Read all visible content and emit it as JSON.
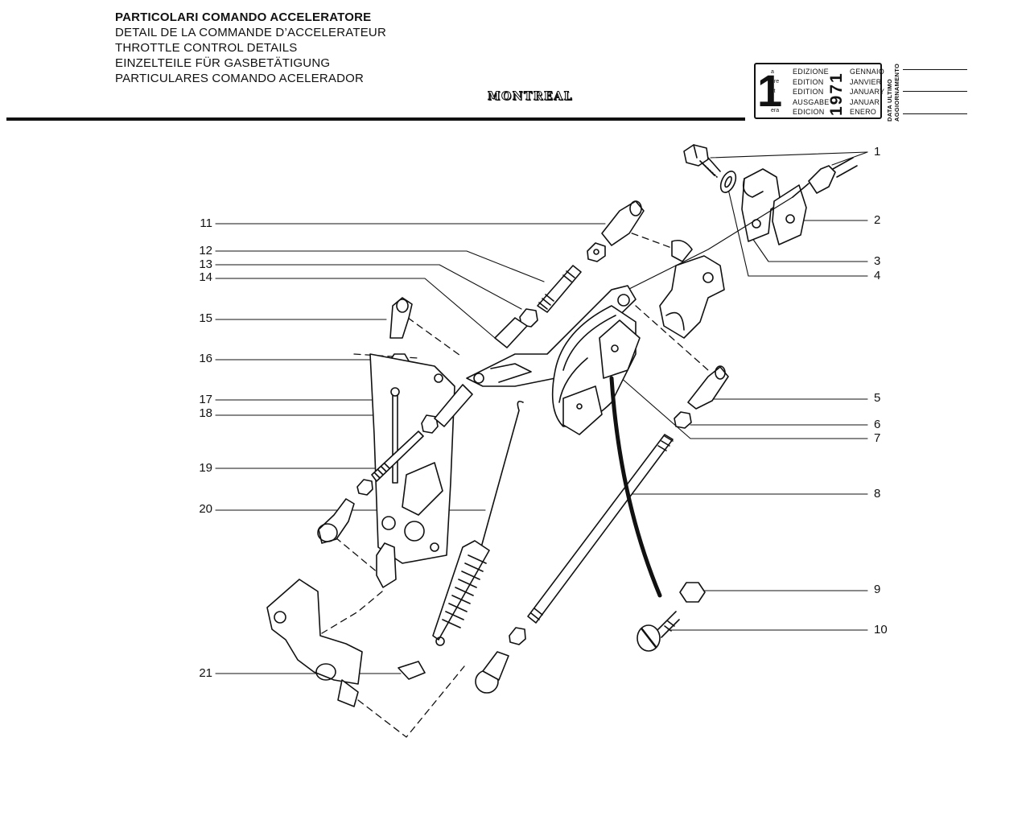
{
  "header": {
    "titles": [
      "PARTICOLARI COMANDO ACCELERATORE",
      "DETAIL DE LA COMMANDE D’ACCELERATEUR",
      "THROTTLE CONTROL DETAILS",
      "EINZELTEILE FÜR GASBETÄTIGUNG",
      "PARTICULARES COMANDO ACELERADOR"
    ],
    "brand": "MONTREAL"
  },
  "edition_box": {
    "number": "1",
    "ordinals": [
      "a",
      "ere",
      "st",
      ".",
      "era"
    ],
    "words": [
      "EDIZIONE",
      "EDITION",
      "EDITION",
      "AUSGABE",
      "EDICION"
    ],
    "year": "1971",
    "months": [
      "GENNAIO",
      "JANVIER",
      "JANUARY",
      "JANUAR",
      "ENERO"
    ],
    "update_label": [
      "DATA ULTIMO",
      "AGGIORNAMENTO"
    ]
  },
  "callouts": {
    "left": [
      "11",
      "12",
      "13",
      "14",
      "15",
      "16",
      "17",
      "18",
      "19",
      "20",
      "21"
    ],
    "right": [
      "1",
      "2",
      "3",
      "4",
      "5",
      "6",
      "7",
      "8",
      "9",
      "10"
    ]
  },
  "icons": {
    "brand_logo": "montreal-wordmark",
    "drawing": "throttle-linkage-exploded-view"
  }
}
